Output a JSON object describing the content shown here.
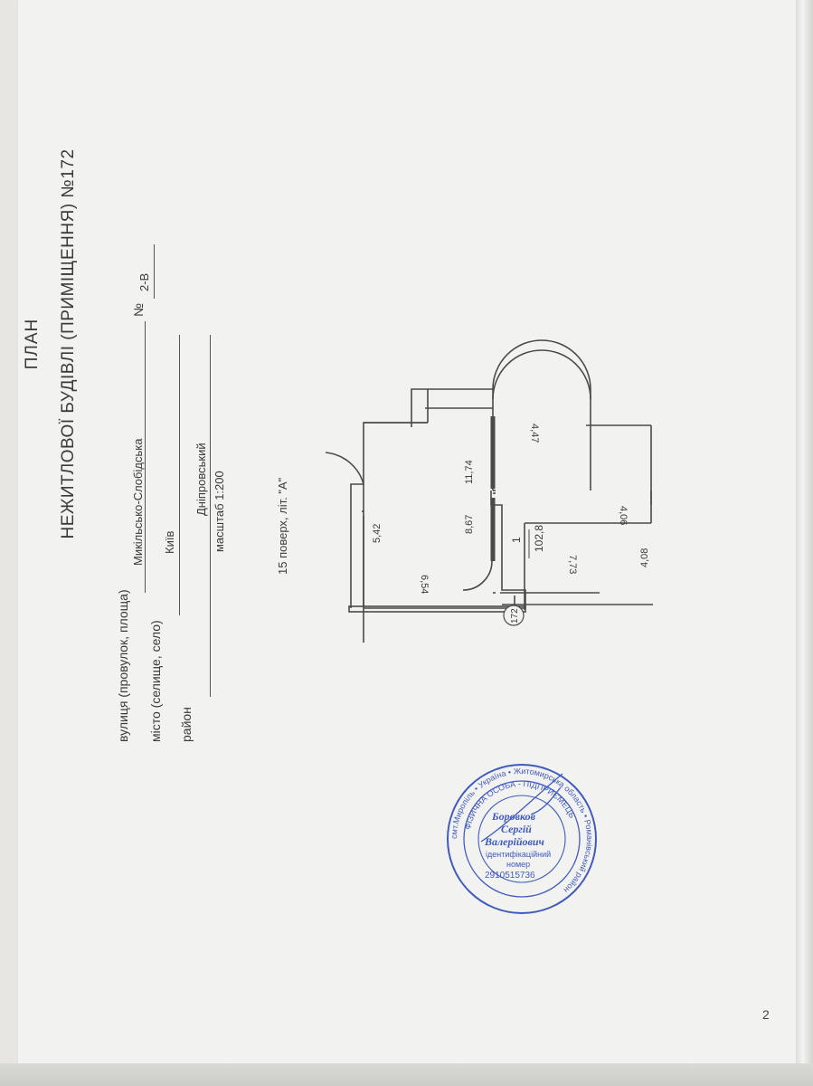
{
  "document": {
    "title_line1": "ПЛАН",
    "title_line2": "НЕЖИТЛОВОЇ БУДІВЛІ (ПРИМІЩЕННЯ) №172",
    "fields": {
      "street_label": "вулиця (провулок, площа)",
      "street_value": "Микільсько-Слобідська",
      "number_label": "№",
      "number_value": "2-В",
      "city_label": "місто (селище, село)",
      "city_value": "Київ",
      "district_label": "район",
      "district_value": "Дніпровський",
      "scale": "масштаб 1:200"
    },
    "floor_note": "15 поверх, літ. \"А\"",
    "page_number": "2"
  },
  "floor_plan": {
    "room_number": "1",
    "room_area": "102,8",
    "unit_label": "172",
    "dimensions": {
      "top_wall": "5,42",
      "left_lower": "6,54",
      "center": "8,67",
      "center_right": "11,74",
      "bottom_left": "7,73",
      "bottom_right": "4,08",
      "bottom_mid": "4,06",
      "arc": "4,47"
    }
  },
  "stamp": {
    "outer_top": "смт.Миропіль",
    "outer_right": "Україна",
    "outer_bottom": "Романівський район",
    "outer_left": "Житомирська область",
    "inner": "ФІЗИЧНА ОСОБА - ПІДПРИЄМЕЦЬ",
    "name1": "Боровков",
    "name2": "Сергій",
    "name3": "Валерійович",
    "id_label1": "ідентифікаційний",
    "id_label2": "номер",
    "id_number": "2910515736"
  },
  "colors": {
    "stamp": "#3f5bc0",
    "paper": "#f2f2f0",
    "ink": "#3a3a3a"
  }
}
